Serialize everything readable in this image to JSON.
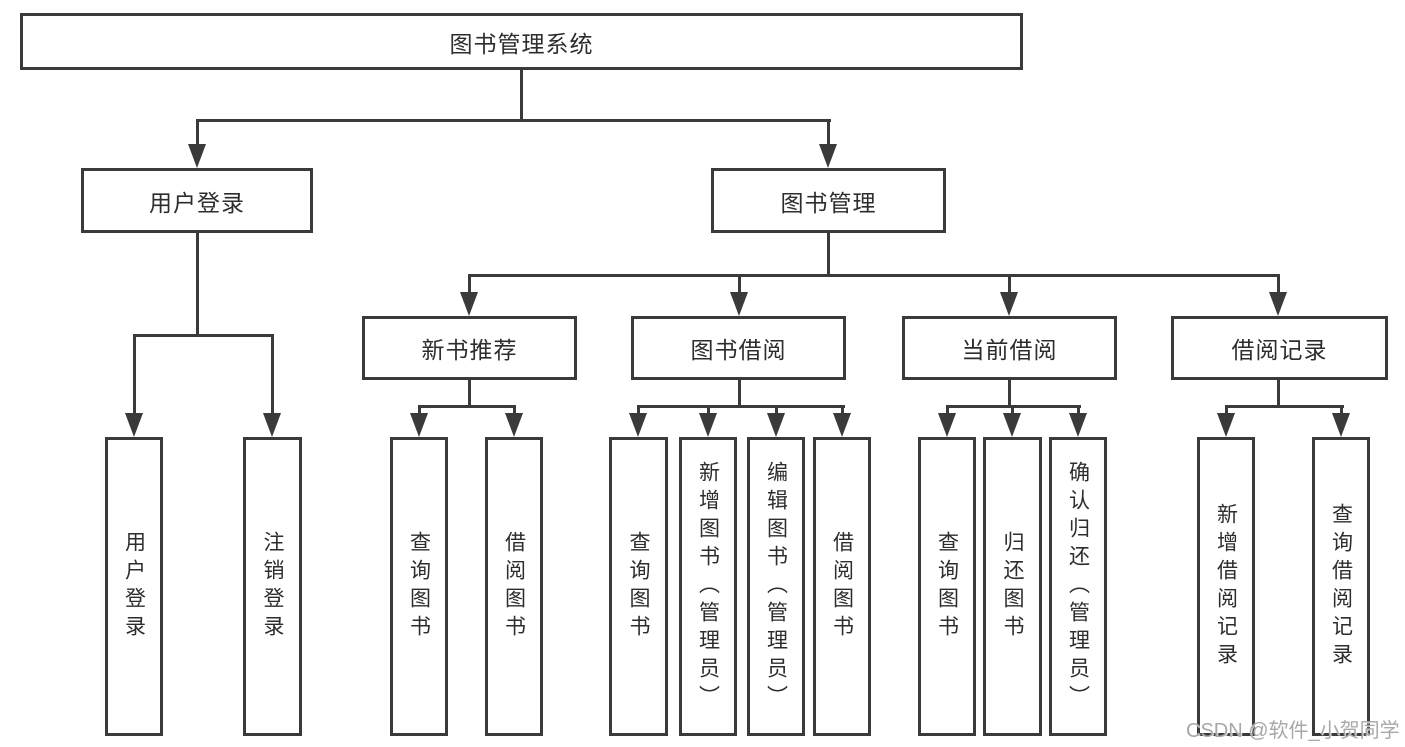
{
  "diagram": {
    "root": "图书管理系统",
    "groups": [
      {
        "label": "用户登录",
        "children": [
          "用户登录",
          "注销登录"
        ]
      },
      {
        "label": "图书管理",
        "subgroups": [
          {
            "label": "新书推荐",
            "children": [
              "查询图书",
              "借阅图书"
            ]
          },
          {
            "label": "图书借阅",
            "children": [
              "查询图书",
              "新增图书（管理员）",
              "编辑图书（管理员）",
              "借阅图书"
            ]
          },
          {
            "label": "当前借阅",
            "children": [
              "查询图书",
              "归还图书",
              "确认归还（管理员）"
            ]
          },
          {
            "label": "借阅记录",
            "children": [
              "新增借阅记录",
              "查询借阅记录"
            ]
          }
        ]
      }
    ]
  },
  "watermark": {
    "text": "CSDN @软件_小贺同学"
  },
  "colors": {
    "line": "#3a3a3a",
    "text": "#2d2d2d",
    "wm": "#a8a8a8",
    "bg": "#ffffff"
  }
}
